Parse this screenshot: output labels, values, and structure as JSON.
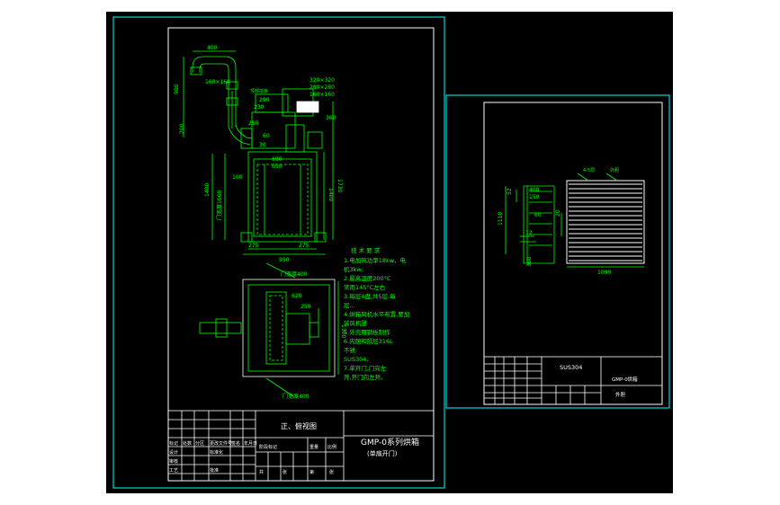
{
  "colors": {
    "background": "#000000",
    "frame": "#00ffff",
    "border": "#ffffff",
    "drawing": "#00ff00",
    "note": "#ffff00"
  },
  "sheet1": {
    "view_title": "正、俯视图",
    "product": "GMP-0系列烘箱",
    "subtitle": "(单扇开门)",
    "title_block_cells": [
      "标记",
      "处数",
      "分区",
      "更改文件号",
      "签名",
      "年月日",
      "设计",
      "标准化",
      "审核",
      "工艺",
      "批准",
      "阶段标记",
      "重量",
      "比例",
      "共",
      "张",
      "第",
      "张"
    ],
    "dims": {
      "top_pipe": "400",
      "pipe_sz": "160×160",
      "h_900": "900",
      "d_320": "320×320",
      "d_280": "280×280",
      "d_160": "160×160",
      "hood_note": "顶部插板",
      "d_290": "290",
      "d_230": "230",
      "d_360": "360",
      "d_250": "250",
      "d_200": "200",
      "d_60": "60",
      "d_30": "30",
      "w_690": "690",
      "w_650": "650",
      "h_1400": "1400",
      "h_1730": "1730",
      "h_1400b": "1400",
      "d_100": "100",
      "door_h": "门宽度1000",
      "d_275a": "275",
      "d_275b": "275",
      "w_950": "950",
      "door_top": "门宽度400",
      "w_620": "620",
      "w_1300": "1300",
      "d_250b": "250",
      "door_bottom": "门宽度400"
    },
    "notes_heading": "技 术 要 求",
    "notes": [
      "1.电加热功率18kw，电",
      "  机3kw;",
      "2.最高温度200°C",
      "  常用145°C左右",
      "3.每层4盘,共5层,每",
      "  层...",
      "4.烘箱风机水平布置,要加",
      "  装风机罩",
      "5.外壳用钢板制作",
      "6.内胆和隔层316L",
      "  不锈",
      "SUS304;",
      "7.单开门,门向左",
      "  开,开门向左开。"
    ]
  },
  "sheet2": {
    "material": "SUS304",
    "part_name": "GMP-0烘箱",
    "part_code": "外胆",
    "dims": {
      "d_400": "400",
      "d_52": "52",
      "d_150": "150",
      "h_1110": "1110",
      "d_60": "60",
      "d_20": "20",
      "d_12": "12",
      "d_300": "300",
      "w_1090": "1090",
      "label_a": "4-5层",
      "label_b": "外胆"
    }
  }
}
